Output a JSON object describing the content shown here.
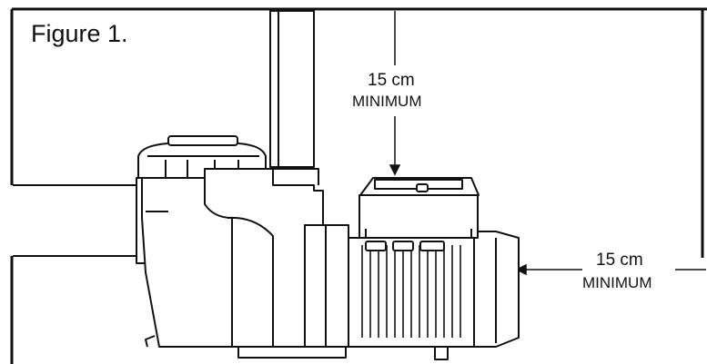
{
  "figure": {
    "title": "Figure 1."
  },
  "clearance_top": {
    "value": "15 cm",
    "text": "MINIMUM"
  },
  "clearance_side": {
    "value": "15 cm",
    "text": "MINIMUM"
  },
  "colors": {
    "line": "#111111",
    "background": "#ffffff"
  },
  "icons": {
    "pump": "pool-pump-drawing",
    "arrow": "dimension-arrow"
  }
}
